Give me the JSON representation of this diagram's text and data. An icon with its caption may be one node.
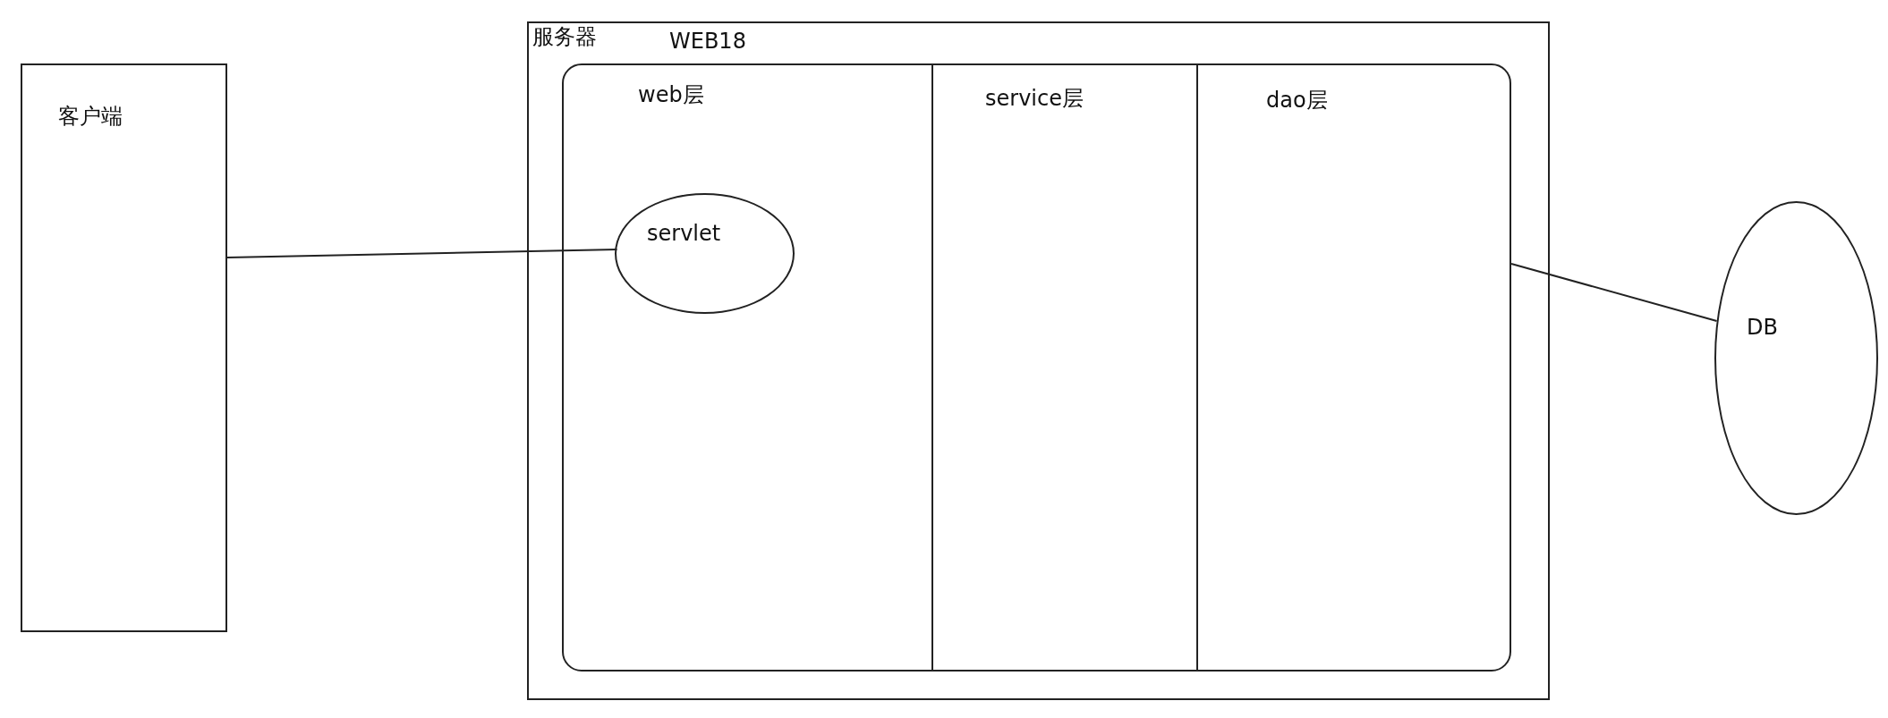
{
  "diagram": {
    "nodes": [
      {
        "text": [
          "客户端"
        ]
      },
      {
        "text": [
          "服务器"
        ]
      },
      {
        "text": [
          "WEB18"
        ],
        "in": 1
      },
      {
        "text": [
          "web层"
        ],
        "in": 2
      },
      {
        "text": [
          "service层"
        ],
        "in": 2
      },
      {
        "text": [
          "dao层"
        ],
        "in": 2
      },
      {
        "text": [
          "servlet"
        ],
        "in": 3
      },
      {
        "text": [
          "DB"
        ]
      }
    ],
    "edges": [
      {
        "from": 0,
        "to": 6,
        "arrow": "none"
      },
      {
        "from": 2,
        "to": 7,
        "arrow": "none"
      }
    ]
  }
}
